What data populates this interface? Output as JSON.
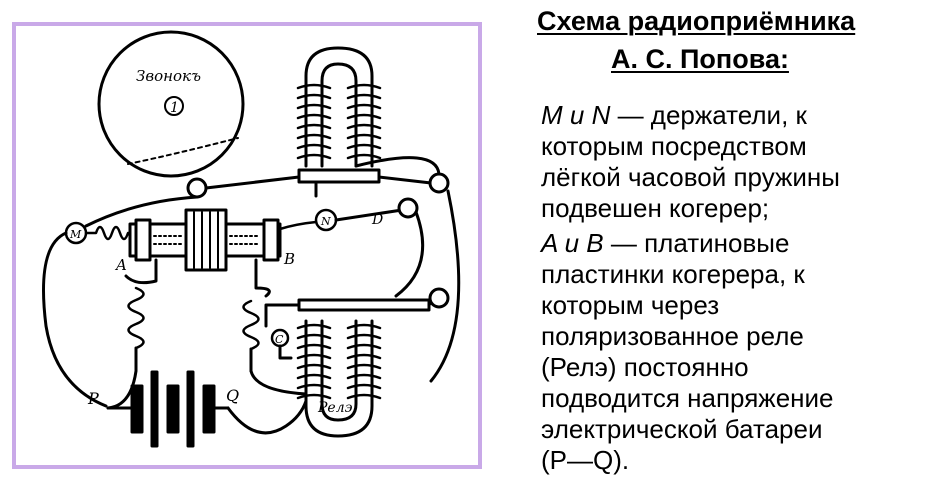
{
  "title": {
    "line1": "Схема радиоприёмника",
    "line2": "А. С. Попова:"
  },
  "paragraph1": {
    "term": "M и N",
    "line1_rest": " — держатели, к",
    "line2": "которым посредством",
    "line3": "лёгкой часовой пружины",
    "line4": "подвешен когерер;"
  },
  "paragraph2": {
    "term": "A и B",
    "line1_rest": " — платиновые",
    "line2": "пластинки когерера, к",
    "line3": "которым через",
    "line4": "поляризованное реле",
    "line5": "(Релэ) постоянно",
    "line6": "подводится напряжение",
    "line7": "электрической батареи",
    "line8": "(P—Q)."
  },
  "diagram": {
    "bell_label": "Звонокъ",
    "bell_number": "1",
    "label_m": "M",
    "label_n": "N",
    "label_d": "D",
    "label_a": "A",
    "label_b": "B",
    "label_c": "C",
    "label_p": "P",
    "label_q": "Q",
    "relay_label": "Релэ"
  },
  "colors": {
    "frame_border": "#c9a9e8",
    "ink": "#000000"
  }
}
